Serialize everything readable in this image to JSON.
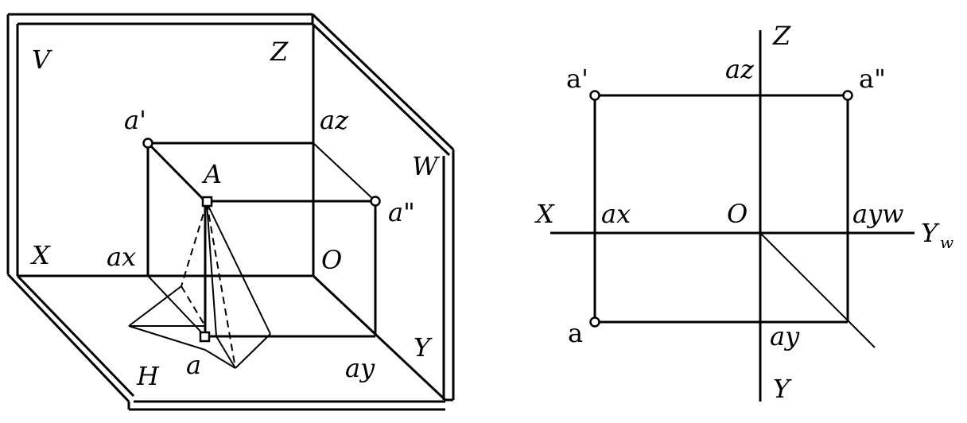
{
  "left_diagram": {
    "labels": {
      "V": "V",
      "Z": "Z",
      "W": "W",
      "X": "X",
      "H": "H",
      "Y": "Y",
      "O": "O",
      "A": "A",
      "a_prime": "a'",
      "az": "az",
      "a_double_prime": "a\"",
      "ax": "ax",
      "a": "a",
      "ay": "ay"
    }
  },
  "right_diagram": {
    "labels": {
      "Z": "Z",
      "a_prime": "a'",
      "az": "az",
      "a_double_prime": "a\"",
      "X": "X",
      "ax": "ax",
      "O": "O",
      "ayw": "ayw",
      "Yw_main": "Y",
      "Yw_sub": "w",
      "a": "a",
      "ay": "ay",
      "Y_bottom": "Y"
    }
  },
  "colors": {
    "line": "#000000",
    "background": "#ffffff"
  }
}
